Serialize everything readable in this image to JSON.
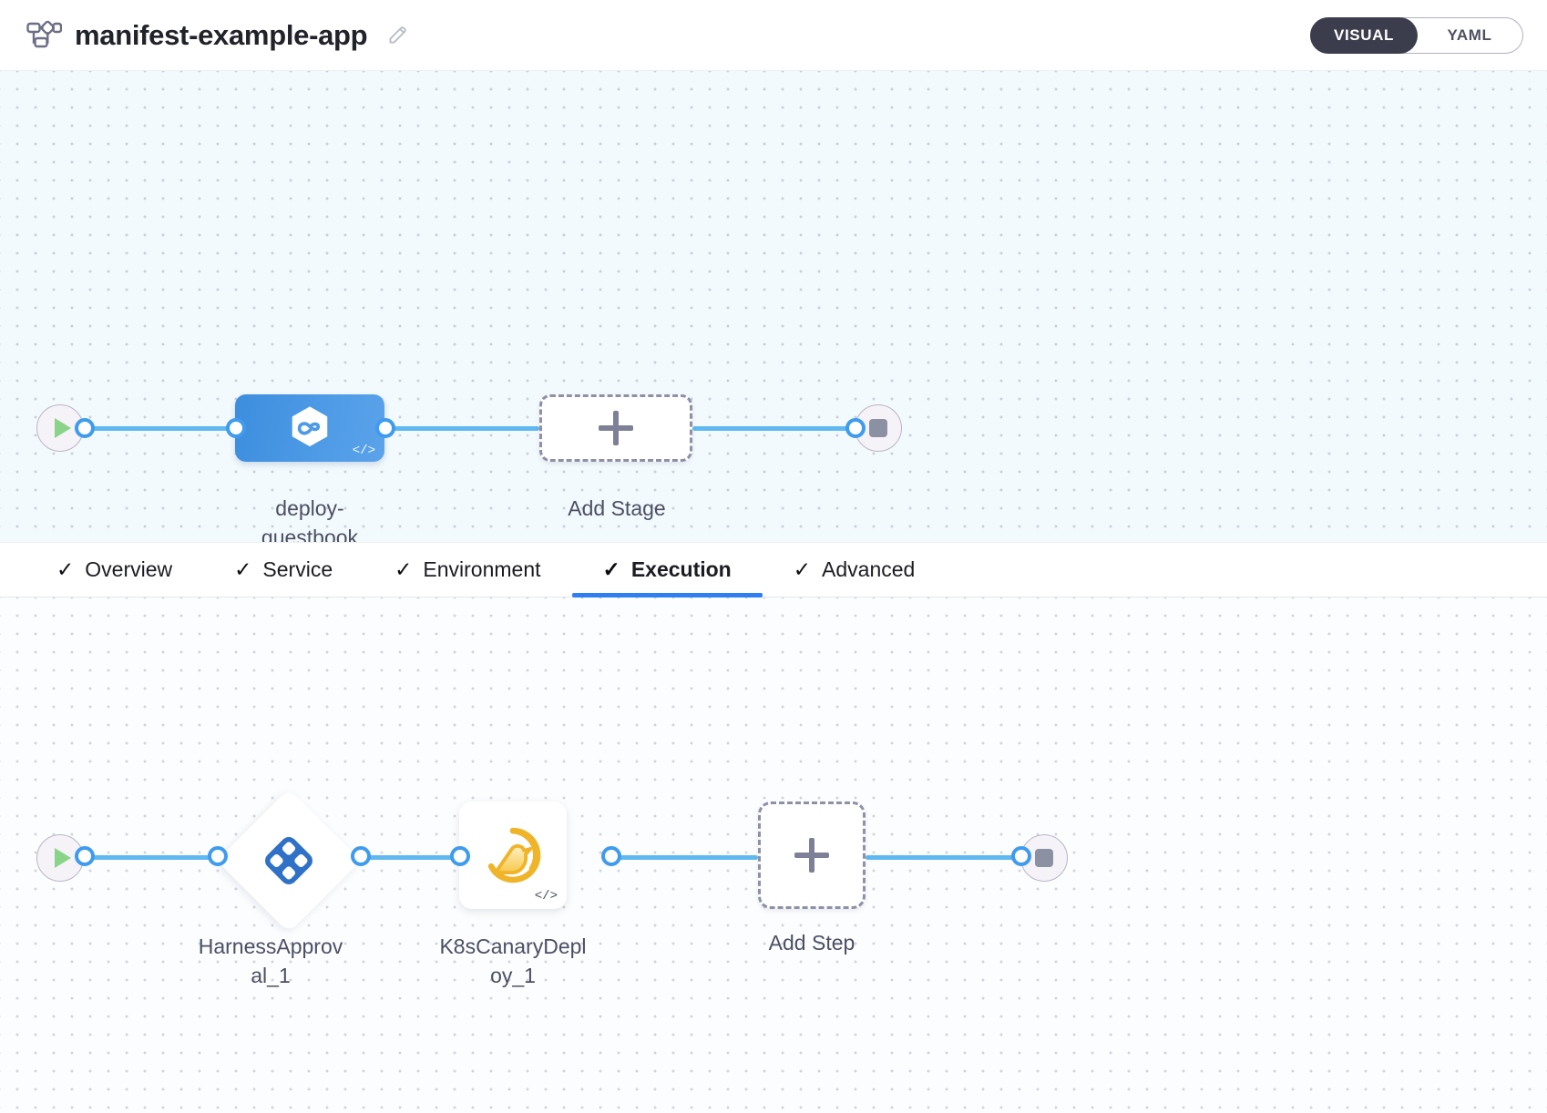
{
  "header": {
    "pipeline_icon": "pipeline-flow-icon",
    "title": "manifest-example-app",
    "edit_icon": "pencil-edit-icon",
    "view_toggle": {
      "options": [
        "VISUAL",
        "YAML"
      ],
      "selected": "VISUAL"
    }
  },
  "stage_canvas": {
    "start_node": {
      "icon": "play-icon"
    },
    "stage": {
      "name": "deploy-\nguestbook",
      "icon": "harness-cd-hexagon-icon",
      "badge": "</>",
      "color": "#4d9ae6"
    },
    "add_stage": {
      "label": "Add Stage",
      "icon": "plus-icon"
    },
    "end_node": {
      "icon": "stop-icon"
    }
  },
  "tabs": [
    {
      "label": "Overview",
      "check": "✓",
      "active": false
    },
    {
      "label": "Service",
      "check": "✓",
      "active": false
    },
    {
      "label": "Environment",
      "check": "✓",
      "active": false
    },
    {
      "label": "Execution",
      "check": "✓",
      "active": true
    },
    {
      "label": "Advanced",
      "check": "✓",
      "active": false
    }
  ],
  "execution_canvas": {
    "start_node": {
      "icon": "play-icon"
    },
    "steps": [
      {
        "name": "HarnessApprov\nal_1",
        "icon": "harness-approval-icon",
        "shape": "diamond",
        "color": "#2f71c7"
      },
      {
        "name": "K8sCanaryDepl\noy_1",
        "icon": "canary-bird-icon",
        "shape": "square",
        "badge": "</>",
        "color": "#f0b429"
      }
    ],
    "add_step": {
      "label": "Add Step",
      "icon": "plus-icon"
    },
    "end_node": {
      "icon": "stop-icon"
    }
  },
  "theme": {
    "edge_color": "#5fb8f0",
    "accent": "#2d7ff2",
    "stage_canvas_bg": "#f3fafd",
    "exec_canvas_bg": "#fcfdfe"
  }
}
